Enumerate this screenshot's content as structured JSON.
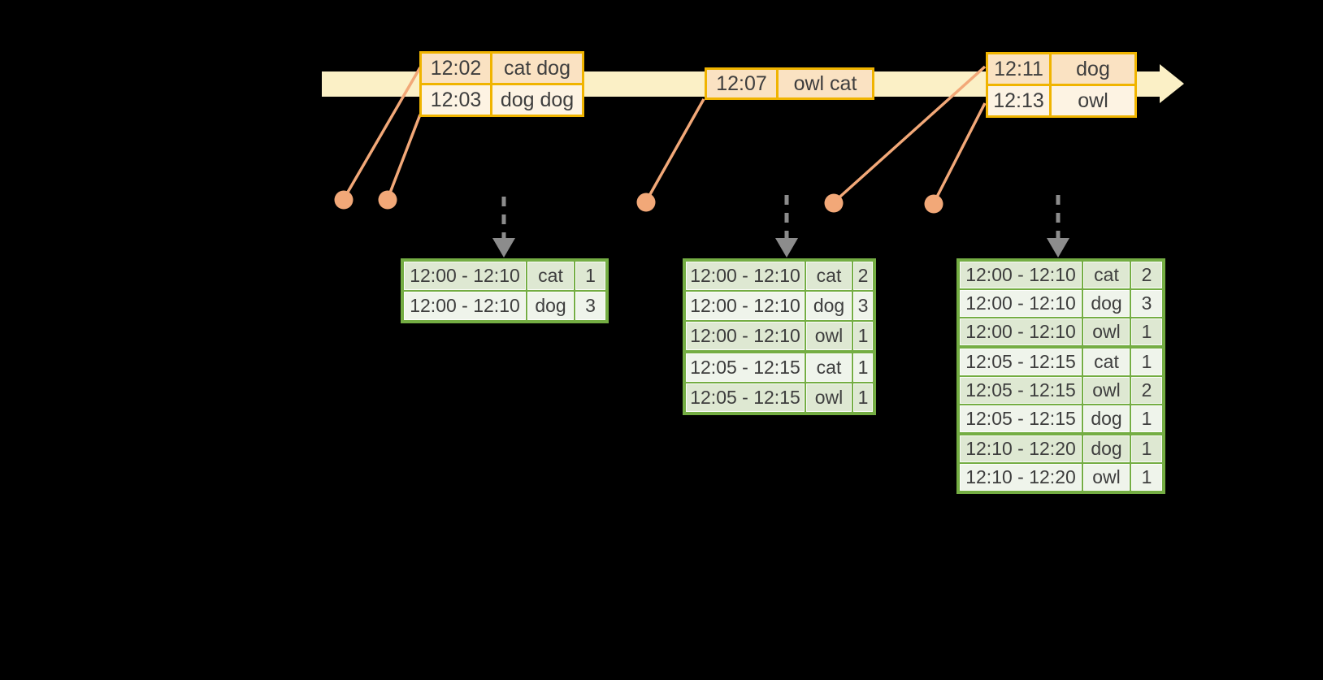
{
  "colors": {
    "background": "#000000",
    "timeline_band": "#FBF0C6",
    "event_table_border": "#F0B400",
    "event_row_dark": "#FAE2C2",
    "event_row_light": "#FDF3E3",
    "connector_salmon": "#F2A878",
    "result_table_border": "#74AD43",
    "result_row_dark": "#DEE8D2",
    "result_row_light": "#EFF4EB",
    "trigger_arrow_gray": "#8C8C8C",
    "text": "#3E3E3E"
  },
  "icons": {
    "timeline_arrow": "timeline-arrow-right",
    "event_marker": "event-marker-dot",
    "trigger_arrow": "trigger-down-arrow"
  },
  "event_tables": [
    {
      "rows": [
        {
          "time": "12:02",
          "words": "cat dog"
        },
        {
          "time": "12:03",
          "words": "dog dog"
        }
      ]
    },
    {
      "rows": [
        {
          "time": "12:07",
          "words": "owl cat"
        }
      ]
    },
    {
      "rows": [
        {
          "time": "12:11",
          "words": "dog"
        },
        {
          "time": "12:13",
          "words": "owl"
        }
      ]
    }
  ],
  "result_tables": [
    {
      "rows": [
        {
          "window": "12:00 - 12:10",
          "word": "cat",
          "count": "1"
        },
        {
          "window": "12:00 - 12:10",
          "word": "dog",
          "count": "3"
        }
      ]
    },
    {
      "rows": [
        {
          "window": "12:00 - 12:10",
          "word": "cat",
          "count": "2"
        },
        {
          "window": "12:00 - 12:10",
          "word": "dog",
          "count": "3"
        },
        {
          "window": "12:00 - 12:10",
          "word": "owl",
          "count": "1"
        },
        {
          "window": "12:05 - 12:15",
          "word": "cat",
          "count": "1"
        },
        {
          "window": "12:05 - 12:15",
          "word": "owl",
          "count": "1"
        }
      ]
    },
    {
      "rows": [
        {
          "window": "12:00 - 12:10",
          "word": "cat",
          "count": "2"
        },
        {
          "window": "12:00 - 12:10",
          "word": "dog",
          "count": "3"
        },
        {
          "window": "12:00 - 12:10",
          "word": "owl",
          "count": "1"
        },
        {
          "window": "12:05 - 12:15",
          "word": "cat",
          "count": "1"
        },
        {
          "window": "12:05 - 12:15",
          "word": "owl",
          "count": "2"
        },
        {
          "window": "12:05 - 12:15",
          "word": "dog",
          "count": "1"
        },
        {
          "window": "12:10 - 12:20",
          "word": "dog",
          "count": "1"
        },
        {
          "window": "12:10 - 12:20",
          "word": "owl",
          "count": "1"
        }
      ]
    }
  ]
}
